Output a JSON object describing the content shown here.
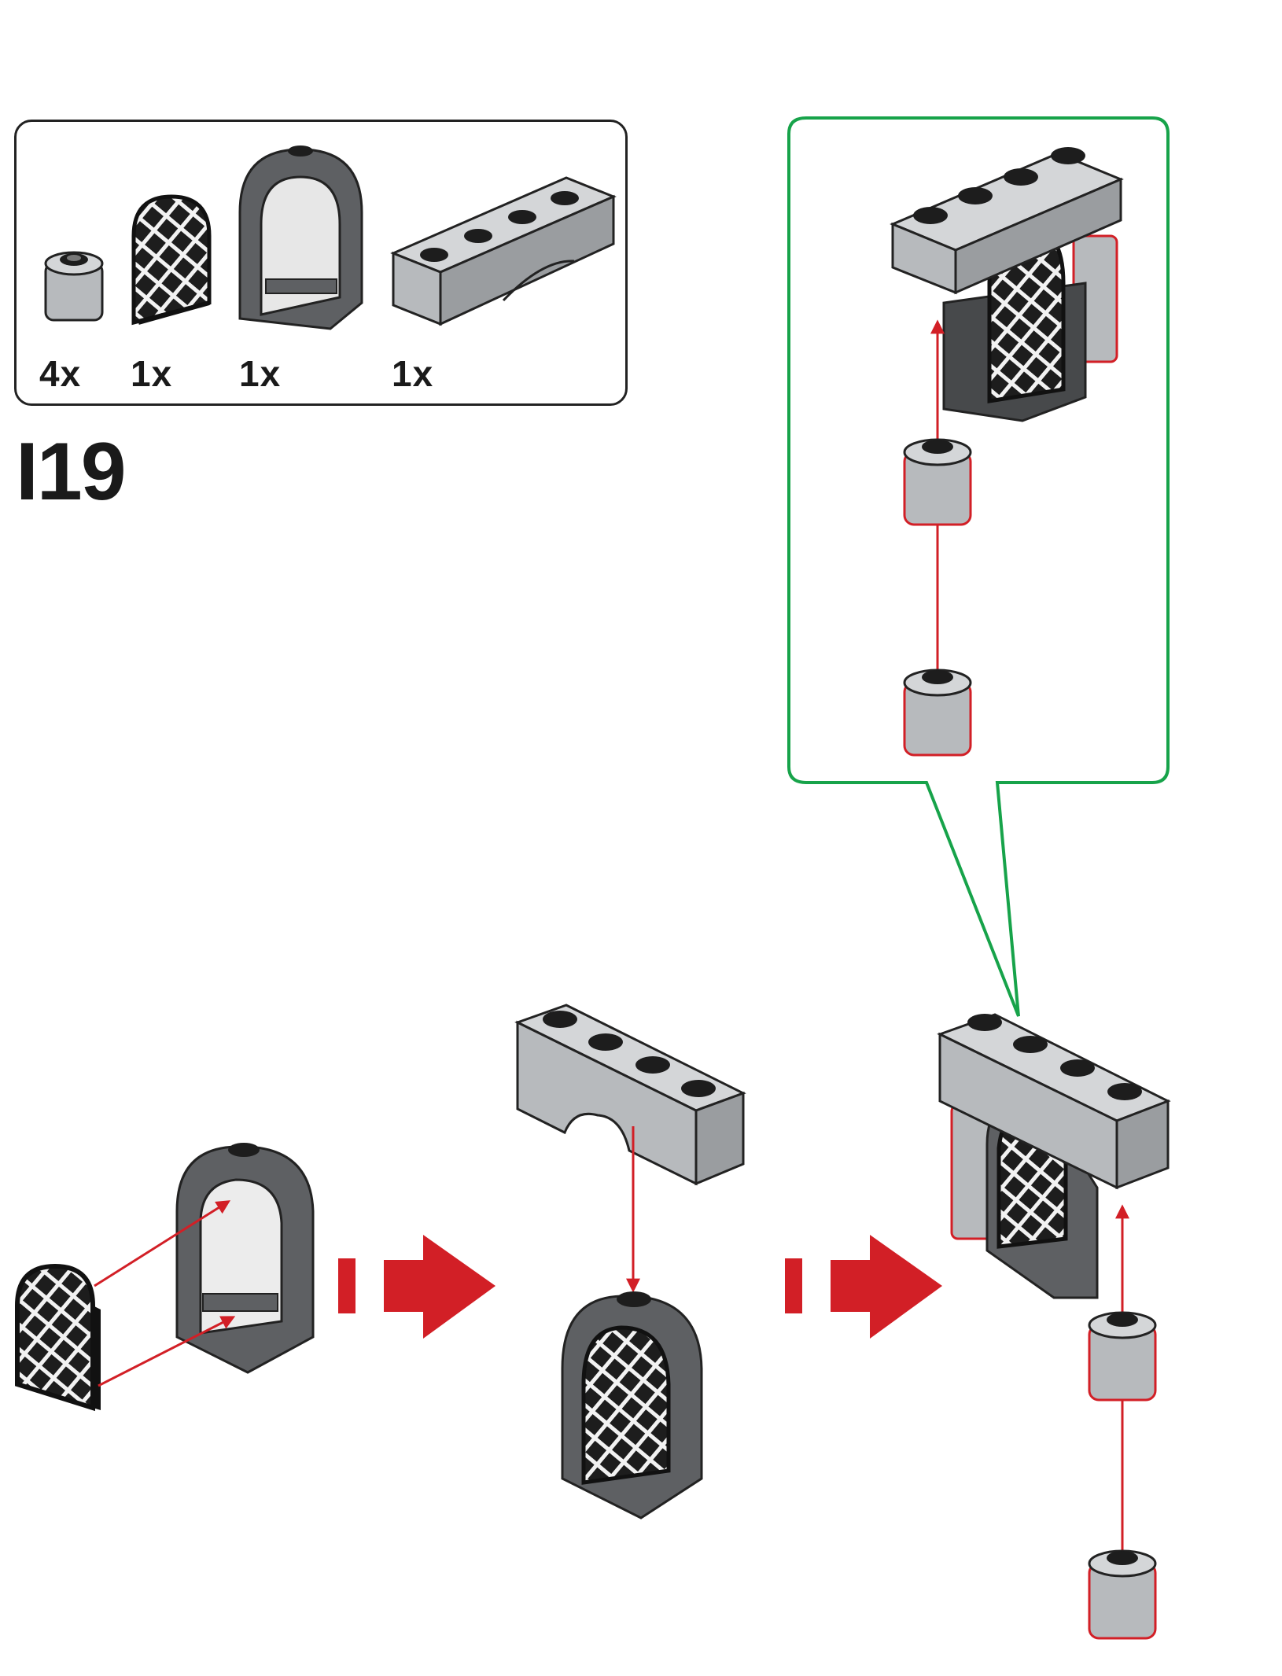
{
  "step": {
    "number": "I19"
  },
  "parts_list": [
    {
      "icon": "round-brick-1x1-icon",
      "quantity": "4x",
      "color": "light-bluish-gray"
    },
    {
      "icon": "window-glass-lattice-icon",
      "quantity": "1x",
      "color": "black"
    },
    {
      "icon": "window-frame-arched-icon",
      "quantity": "1x",
      "color": "dark-bluish-gray"
    },
    {
      "icon": "arch-brick-1x4-icon",
      "quantity": "1x",
      "color": "light-bluish-gray"
    }
  ],
  "colors": {
    "light_gray": "#b7babd",
    "light_gray_top": "#d4d6d8",
    "light_gray_side": "#9a9da0",
    "dark_gray": "#5e6063",
    "dark_gray_side": "#47494b",
    "stud": "#1d1d1d",
    "arrow_red": "#d21f26",
    "callout_green": "#17a34a",
    "outline": "#222222"
  }
}
